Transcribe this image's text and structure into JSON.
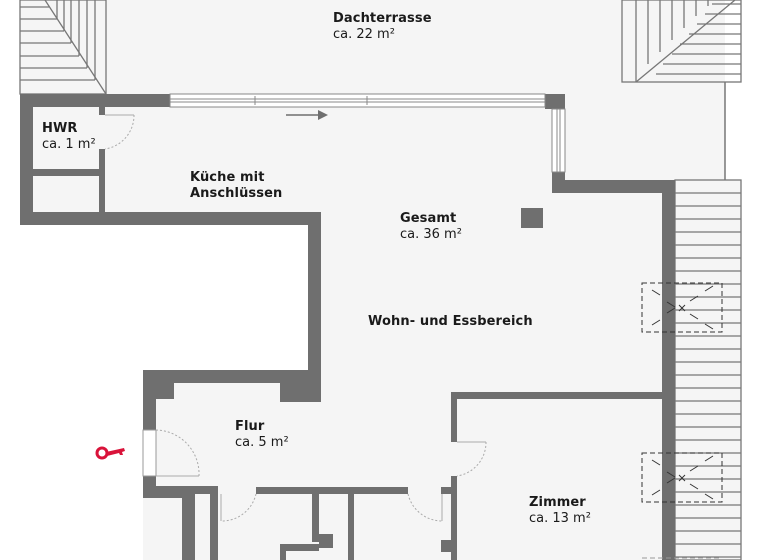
{
  "colors": {
    "wall": "#6f6f6f",
    "floor": "#f5f5f5",
    "background": "#ffffff",
    "line": "#777777",
    "entrance_key": "#d9133a",
    "text": "#1a1a1a"
  },
  "rooms": [
    {
      "id": "dachterrasse",
      "name": "Dachterrasse",
      "area": "ca. 22 m²"
    },
    {
      "id": "hwr",
      "name": "HWR",
      "area": "ca. 1 m²"
    },
    {
      "id": "kueche",
      "name": "Küche mit",
      "name_line2": "Anschlüssen"
    },
    {
      "id": "gesamt",
      "name": "Gesamt",
      "area": "ca. 36 m²"
    },
    {
      "id": "wohn",
      "name": "Wohn- und Essbereich"
    },
    {
      "id": "flur",
      "name": "Flur",
      "area": "ca. 5 m²"
    },
    {
      "id": "zimmer",
      "name": "Zimmer",
      "area": "ca. 13 m²"
    }
  ],
  "icons": {
    "entrance": "key-icon",
    "direction": "arrow-right-icon"
  }
}
